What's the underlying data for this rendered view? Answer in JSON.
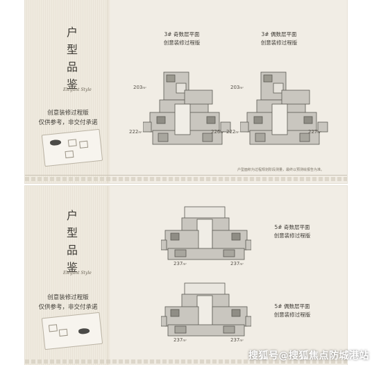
{
  "panel_top": {
    "vertical_title": [
      "户",
      "型",
      "品",
      "鉴"
    ],
    "script_text": "Elegant Style",
    "tagline_1": "创意装修过程版",
    "tagline_2": "仅供参考，非交付承诺",
    "plan_left": {
      "title_1": "3# 奇数层平面",
      "title_2": "创意装修过程版",
      "area_top": "203",
      "area_left": "222",
      "area_right": "226",
      "unit": "m²"
    },
    "plan_right": {
      "title_1": "3# 偶数层平面",
      "title_2": "创意装修过程版",
      "area_top": "203",
      "area_left": "222",
      "area_right": "227",
      "unit": "m²"
    },
    "note": "户型面积为过程规划阶段测量，最终以预测绘报告为准。"
  },
  "panel_bottom": {
    "vertical_title": [
      "户",
      "型",
      "品",
      "鉴"
    ],
    "script_text": "Elegant Style",
    "tagline_1": "创意装修过程版",
    "tagline_2": "仅供参考，非交付承诺",
    "plan_top": {
      "title_1": "5# 奇数层平面",
      "title_2": "创意装修过程版",
      "area_left": "237",
      "area_right": "237",
      "unit": "m²"
    },
    "plan_bottom": {
      "title_1": "5# 偶数层平面",
      "title_2": "创意装修过程版",
      "area_left": "237",
      "area_right": "237",
      "unit": "m²"
    }
  },
  "watermark": "搜狐号@搜狐焦点防城港站"
}
